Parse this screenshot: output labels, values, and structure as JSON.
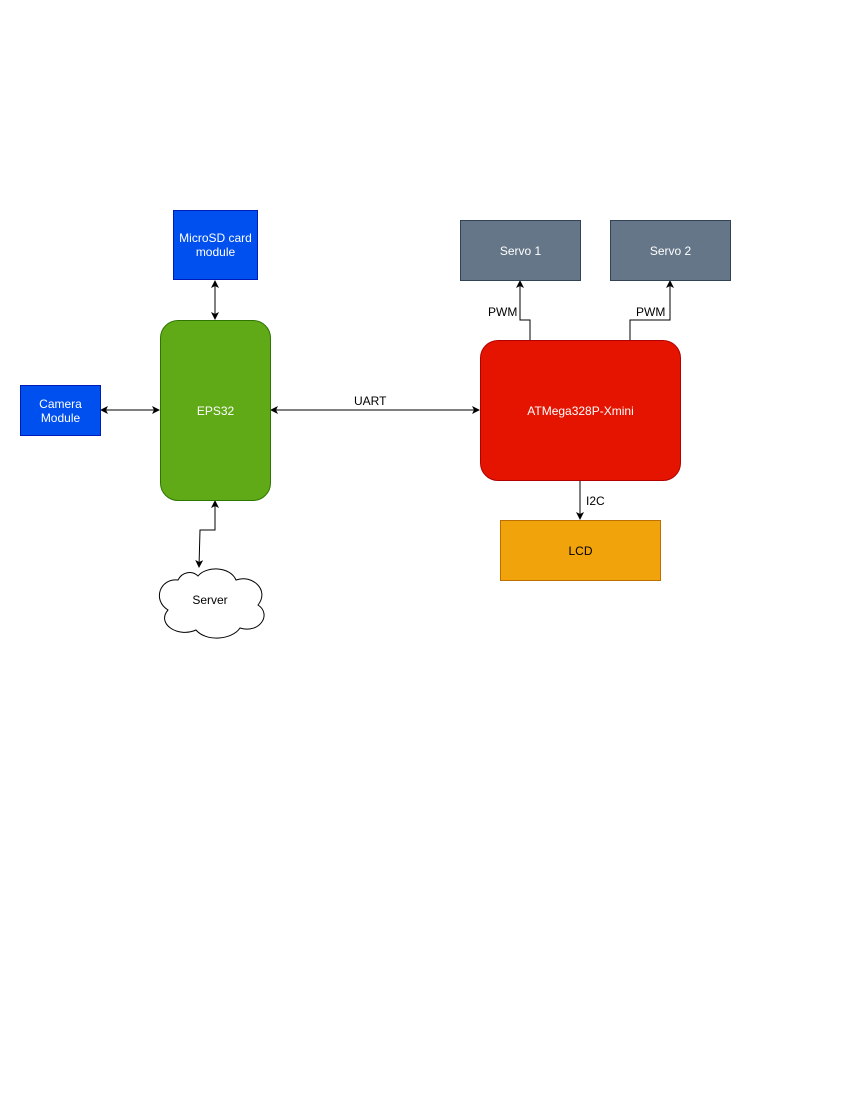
{
  "nodes": {
    "microsd": "MicroSD card module",
    "camera": "Camera Module",
    "esp32": "EPS32",
    "server": "Server",
    "atmega": "ATMega328P-Xmini",
    "servo1": "Servo 1",
    "servo2": "Servo 2",
    "lcd": "LCD"
  },
  "edges": {
    "uart": "UART",
    "pwm1": "PWM",
    "pwm2": "PWM",
    "i2c": "I2C"
  },
  "colors": {
    "module_fill": "#0050ef",
    "esp32_fill": "#60a917",
    "atmega_fill": "#e51400",
    "servo_fill": "#647687",
    "lcd_fill": "#f0a30a"
  }
}
